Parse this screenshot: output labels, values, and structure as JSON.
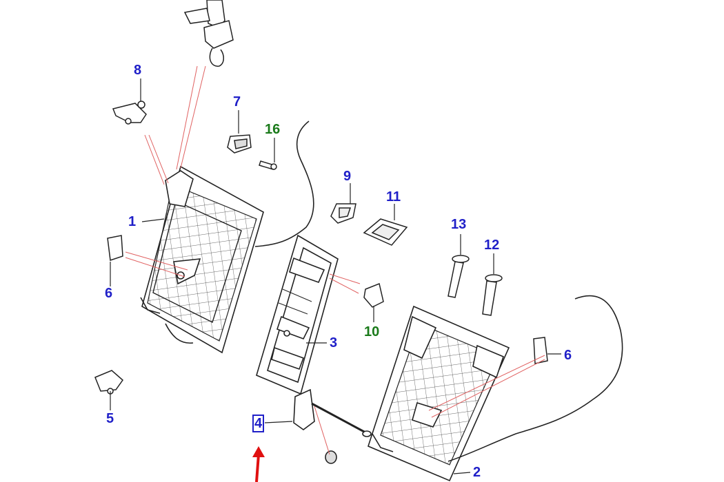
{
  "diagram": {
    "colors": {
      "part_number": "#1f1fc8",
      "alt_part_number": "#1a7a1a",
      "highlight_arrow": "#e01010",
      "leader": "#e06060"
    },
    "highlighted_part": "4",
    "callouts": [
      {
        "id": "c1",
        "text": "1",
        "color": "blue"
      },
      {
        "id": "c2",
        "text": "2",
        "color": "blue"
      },
      {
        "id": "c3",
        "text": "3",
        "color": "blue"
      },
      {
        "id": "c4",
        "text": "4",
        "color": "blue"
      },
      {
        "id": "c5",
        "text": "5",
        "color": "blue"
      },
      {
        "id": "c6a",
        "text": "6",
        "color": "blue"
      },
      {
        "id": "c6b",
        "text": "6",
        "color": "blue"
      },
      {
        "id": "c7",
        "text": "7",
        "color": "blue"
      },
      {
        "id": "c8",
        "text": "8",
        "color": "blue"
      },
      {
        "id": "c9",
        "text": "9",
        "color": "blue"
      },
      {
        "id": "c10",
        "text": "10",
        "color": "green"
      },
      {
        "id": "c11",
        "text": "11",
        "color": "blue"
      },
      {
        "id": "c12",
        "text": "12",
        "color": "blue"
      },
      {
        "id": "c13",
        "text": "13",
        "color": "blue"
      },
      {
        "id": "c16",
        "text": "16",
        "color": "green"
      }
    ]
  }
}
